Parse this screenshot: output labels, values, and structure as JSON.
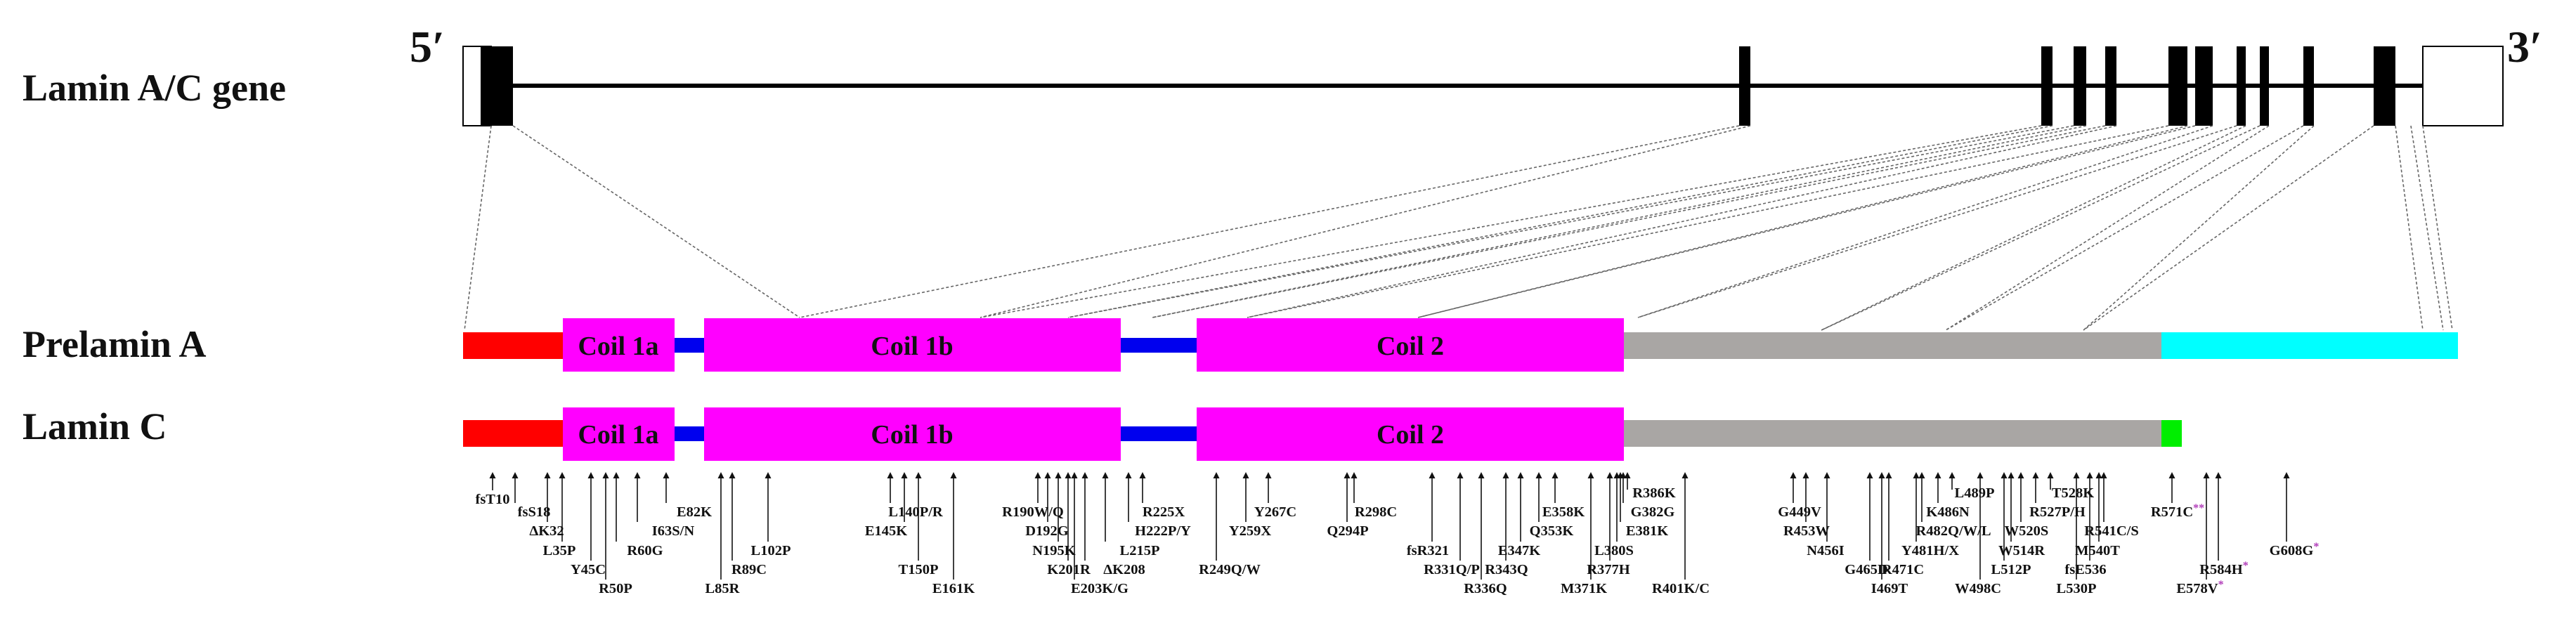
{
  "labels": {
    "gene": "Lamin A/C gene",
    "prelamin": "Prelamin A",
    "laminc": "Lamin C",
    "five_prime": "5′",
    "three_prime": "3′"
  },
  "domains": {
    "coil1a": "Coil 1a",
    "coil1b": "Coil 1b",
    "coil2": "Coil 2"
  },
  "colors": {
    "head": "#ff0000",
    "linker": "#0000ee",
    "coil": "#ff00ff",
    "tail": "#a9a6a4",
    "prelamin_tail": "#00ffff",
    "laminc_tail": "#00ee00",
    "special_mark": "#b03ab8"
  },
  "mutations": [
    {
      "label": "fsT10"
    },
    {
      "label": "fsS18"
    },
    {
      "label": "ΔK32"
    },
    {
      "label": "L35P"
    },
    {
      "label": "Y45C"
    },
    {
      "label": "R50P"
    },
    {
      "label": "R60G"
    },
    {
      "label": "I63S/N"
    },
    {
      "label": "E82K"
    },
    {
      "label": "L85R"
    },
    {
      "label": "R89C"
    },
    {
      "label": "L102P"
    },
    {
      "label": "L140P/R"
    },
    {
      "label": "E145K"
    },
    {
      "label": "T150P"
    },
    {
      "label": "E161K"
    },
    {
      "label": "R190W/Q"
    },
    {
      "label": "D192G"
    },
    {
      "label": "N195K"
    },
    {
      "label": "K201R"
    },
    {
      "label": "E203K/G"
    },
    {
      "label": "ΔK208"
    },
    {
      "label": "L215P"
    },
    {
      "label": "R225X"
    },
    {
      "label": "H222P/Y"
    },
    {
      "label": "R249Q/W"
    },
    {
      "label": "Y259X"
    },
    {
      "label": "Y267C"
    },
    {
      "label": "R298C"
    },
    {
      "label": "Q294P"
    },
    {
      "label": "fsR321"
    },
    {
      "label": "R331Q/P"
    },
    {
      "label": "R336Q"
    },
    {
      "label": "R343Q"
    },
    {
      "label": "E347K"
    },
    {
      "label": "Q353K"
    },
    {
      "label": "E358K"
    },
    {
      "label": "M371K"
    },
    {
      "label": "R377H"
    },
    {
      "label": "L380S"
    },
    {
      "label": "E381K"
    },
    {
      "label": "G382G"
    },
    {
      "label": "R386K"
    },
    {
      "label": "R401K/C"
    },
    {
      "label": "G449V"
    },
    {
      "label": "R453W"
    },
    {
      "label": "N456I"
    },
    {
      "label": "G465D"
    },
    {
      "label": "I469T"
    },
    {
      "label": "R471C"
    },
    {
      "label": "Y481H/X"
    },
    {
      "label": "R482Q/W/L"
    },
    {
      "label": "K486N"
    },
    {
      "label": "L489P"
    },
    {
      "label": "W498C"
    },
    {
      "label": "L512P"
    },
    {
      "label": "W514R"
    },
    {
      "label": "W520S"
    },
    {
      "label": "R527P/H"
    },
    {
      "label": "T528K"
    },
    {
      "label": "L530P"
    },
    {
      "label": "fsE536"
    },
    {
      "label": "M540T"
    },
    {
      "label": "R541C/S"
    },
    {
      "label": "R571C",
      "mark": "**"
    },
    {
      "label": "E578V",
      "mark": "*"
    },
    {
      "label": "R584H",
      "mark": "*"
    },
    {
      "label": "G608G",
      "mark": "*"
    }
  ]
}
